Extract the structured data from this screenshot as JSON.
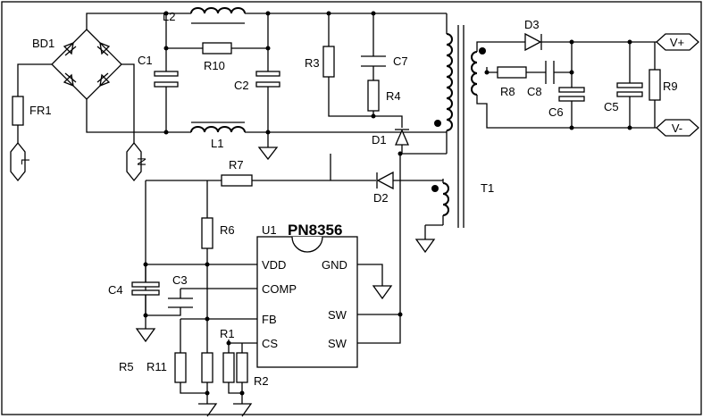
{
  "components": {
    "L2": "L2",
    "L1": "L1",
    "BD1": "BD1",
    "C1": "C1",
    "R10": "R10",
    "C2": "C2",
    "FR1": "FR1",
    "R3": "R3",
    "C7": "C7",
    "R4": "R4",
    "D1": "D1",
    "D2": "D2",
    "D3": "D3",
    "R8": "R8",
    "C8": "C8",
    "C6": "C6",
    "C5": "C5",
    "R9": "R9",
    "T1": "T1",
    "R7": "R7",
    "R6": "R6",
    "U1": "U1",
    "C4": "C4",
    "C3": "C3",
    "R1": "R1",
    "R5": "R5",
    "R11": "R11",
    "R2": "R2"
  },
  "chip": {
    "name": "PN8356",
    "pins": {
      "vdd": "VDD",
      "comp": "COMP",
      "fb": "FB",
      "cs": "CS",
      "gnd": "GND",
      "sw1": "SW",
      "sw2": "SW"
    }
  },
  "terminals": {
    "L": "L",
    "N": "N",
    "vplus": "V+",
    "vminus": "V-"
  }
}
